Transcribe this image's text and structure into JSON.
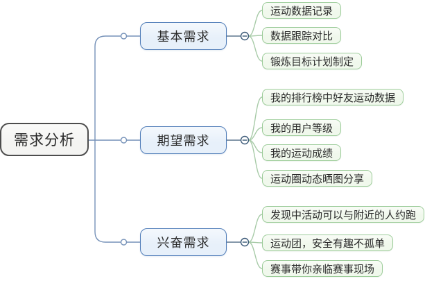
{
  "mindmap": {
    "root": {
      "label": "需求分析"
    },
    "branches": [
      {
        "label": "基本需求",
        "toggle_symbol": "−",
        "children": [
          {
            "label": "运动数据记录"
          },
          {
            "label": "数据跟踪对比"
          },
          {
            "label": "锻炼目标计划制定"
          }
        ]
      },
      {
        "label": "期望需求",
        "toggle_symbol": "−",
        "children": [
          {
            "label": "我的排行榜中好友运动数据"
          },
          {
            "label": "我的用户等级"
          },
          {
            "label": "我的运动成绩"
          },
          {
            "label": "运动圈动态晒图分享"
          }
        ]
      },
      {
        "label": "兴奋需求",
        "toggle_symbol": "−",
        "children": [
          {
            "label": "发现中活动可以与附近的人约跑"
          },
          {
            "label": "运动团，安全有趣不孤单"
          },
          {
            "label": "赛事带你亲临赛事现场"
          }
        ]
      }
    ]
  },
  "theme": {
    "root-border": "#4d4d4d",
    "root-fill": "#f4f4f2",
    "branch-border": "#4f7cb8",
    "branch-fill": "#e7f0fa",
    "leaf-border": "#9ccc99",
    "leaf-fill": "#f0f8ec",
    "blue-line": "#7591b8",
    "green-line": "#a8cba8",
    "toggle-color": "#3c5a78",
    "text-color": "#2b2b2b"
  }
}
